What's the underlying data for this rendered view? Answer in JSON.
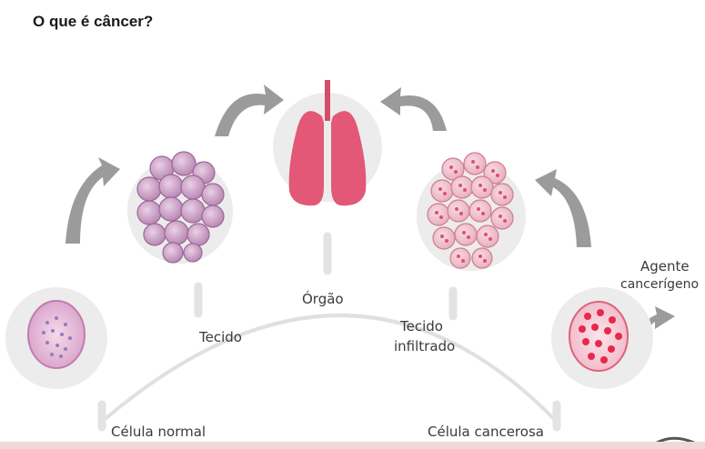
{
  "title": "O que é câncer?",
  "labels": {
    "normal_cell": "Célula normal",
    "tissue": "Tecido",
    "organ": "Órgão",
    "infiltrated_tissue_1": "Tecido",
    "infiltrated_tissue_2": "infiltrado",
    "cancer_cell": "Célula cancerosa",
    "agent_1": "Agente",
    "agent_2": "cancerígeno"
  },
  "colors": {
    "circle_fill": "#ededed",
    "arrow_gray": "#9b9b9b",
    "normal_cell_pink": "#f0c6dc",
    "normal_tissue": "#c89ac2",
    "lung_red": "#e0607a",
    "cancer_red": "#e8284c"
  }
}
